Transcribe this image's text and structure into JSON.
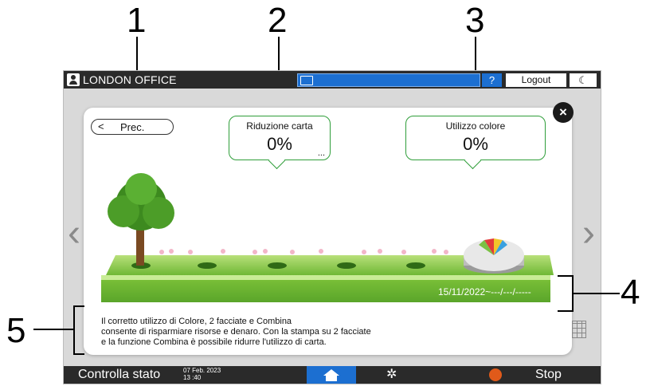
{
  "callouts": {
    "n1": "1",
    "n2": "2",
    "n3": "3",
    "n4": "4",
    "n5": "5"
  },
  "topbar": {
    "office": "LONDON OFFICE",
    "help": "?",
    "logout": "Logout",
    "moon": "☾"
  },
  "card": {
    "prev_label": "Prec.",
    "paper_title": "Riduzione carta",
    "paper_value": "0%",
    "paper_more": "...",
    "color_title": "Utilizzo colore",
    "color_value": "0%",
    "date_range": "15/11/2022~---/---/-----",
    "message_lines": [
      "Il corretto utilizzo di Colore, 2 facciate e Combina",
      "consente di risparmiare risorse e denaro. Con la stampa su 2 facciate",
      "e la funzione Combina è possibile ridurre l'utilizzo di carta."
    ]
  },
  "bottombar": {
    "status": "Controlla stato",
    "date_line1": "07 Feb. 2023",
    "date_line2": "13 :40",
    "stop": "Stop"
  },
  "colors": {
    "topbar": "#2a2a2a",
    "accent_blue": "#1c6fd1",
    "green": "#2f9e3a",
    "stop": "#e05a1a"
  },
  "icons": [
    "user-icon",
    "monitor-icon",
    "chevron-left-icon",
    "chevron-right-icon",
    "close-icon",
    "tree-icon",
    "pie-chart-icon",
    "grid-icon",
    "home-icon",
    "gear-icon",
    "stop-icon",
    "moon-icon"
  ]
}
